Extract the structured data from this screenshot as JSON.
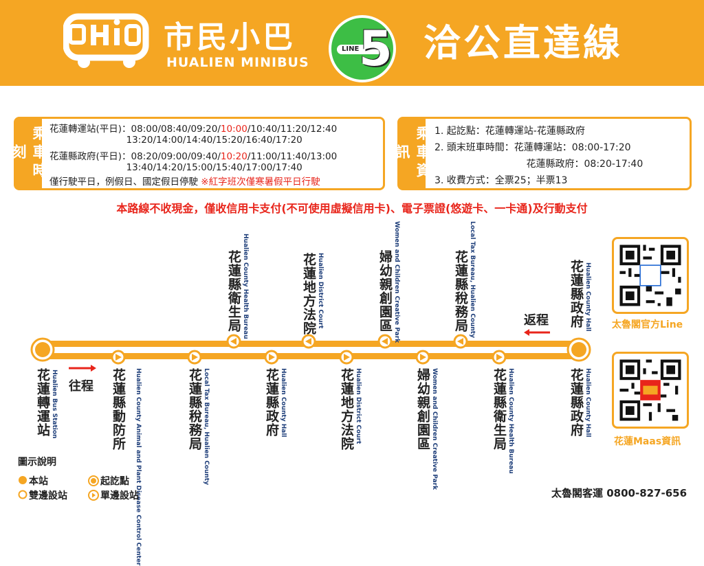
{
  "header": {
    "brand_zh": "市民小巴",
    "brand_en": "HUALIEN MINIBUS",
    "logo_text": "PHiB",
    "badge_line": "LINE",
    "badge_number": "5",
    "route_name": "洽公直達線"
  },
  "colors": {
    "accent": "#F5A623",
    "red": "#E8251B",
    "green": "#3DBE45",
    "navy": "#1f3f7a"
  },
  "schedule": {
    "tag": "乘車時刻",
    "rows": [
      {
        "pre": "花蓮轉運站(平日)：08:00/08:40/09:20/",
        "red": "10:00",
        "post": "/10:40/11:20/12:40"
      },
      {
        "pre": "                          13:20/14:00/14:40/15:20/16:40/17:20",
        "red": "",
        "post": ""
      },
      {
        "pre": "花蓮縣政府(平日)：08:20/09:00/09:40/",
        "red": "10:20",
        "post": "/11:00/11:40/13:00"
      },
      {
        "pre": "                          13:40/14:20/15:00/15:40/17:00/17:40",
        "red": "",
        "post": ""
      },
      {
        "pre": "僅行駛平日，例假日、國定假日停駛 ",
        "red": "※紅字班次僅寒暑假平日行駛",
        "post": ""
      }
    ]
  },
  "info": {
    "tag": "乘車資訊",
    "lines": [
      "1. 起訖點：花蓮轉運站-花蓮縣政府",
      "2. 頭末班車時間：花蓮轉運站：08:00-17:20",
      "                              花蓮縣政府：08:20-17:40",
      "3. 收費方式：全票25；半票13"
    ]
  },
  "notice": "本路線不收現金，僅收信用卡支付(不可使用虛擬信用卡)、電子票證(悠遊卡、一卡通)及行動支付",
  "stops_return": [
    {
      "zh": "花蓮縣衛生局",
      "en": "Hualien County Health Bureau"
    },
    {
      "zh": "花蓮地方法院",
      "en": "Hualien District Court"
    },
    {
      "zh": "婦幼親創園區",
      "en": "Women and Children Creative Park"
    },
    {
      "zh": "花蓮縣稅務局",
      "en": "Local Tax Bureau, Hualien County"
    },
    {
      "zh": "花蓮縣政府",
      "en": "Hualien County Hall"
    }
  ],
  "stops_outbound": [
    {
      "zh": "花蓮轉運站",
      "en": "Hualien Bus Station"
    },
    {
      "zh": "花蓮縣動防所",
      "en": "Hualien County Animal and Plant Disease Control Center"
    },
    {
      "zh": "花蓮縣稅務局",
      "en": "Local Tax Bureau, Hualien County"
    },
    {
      "zh": "花蓮縣政府",
      "en": "Hualien County Hall"
    },
    {
      "zh": "花蓮地方法院",
      "en": "Hualien District Court"
    },
    {
      "zh": "婦幼親創園區",
      "en": "Women and Children Creative Park"
    },
    {
      "zh": "花蓮縣衛生局",
      "en": "Hualien County Health Bureau"
    },
    {
      "zh": "花蓮縣政府",
      "en": "Hualien County Hall"
    }
  ],
  "direction": {
    "outbound": "往程",
    "return": "返程"
  },
  "qr": [
    {
      "label": "太魯閣官方Line"
    },
    {
      "label": "花蓮Maas資訊"
    }
  ],
  "legend": {
    "title": "圖示說明",
    "this_stop": "本站",
    "terminal": "起訖點",
    "both_sides": "雙邊設站",
    "one_side": "單邊設站"
  },
  "footer": "太魯閣客運  0800-827-656"
}
